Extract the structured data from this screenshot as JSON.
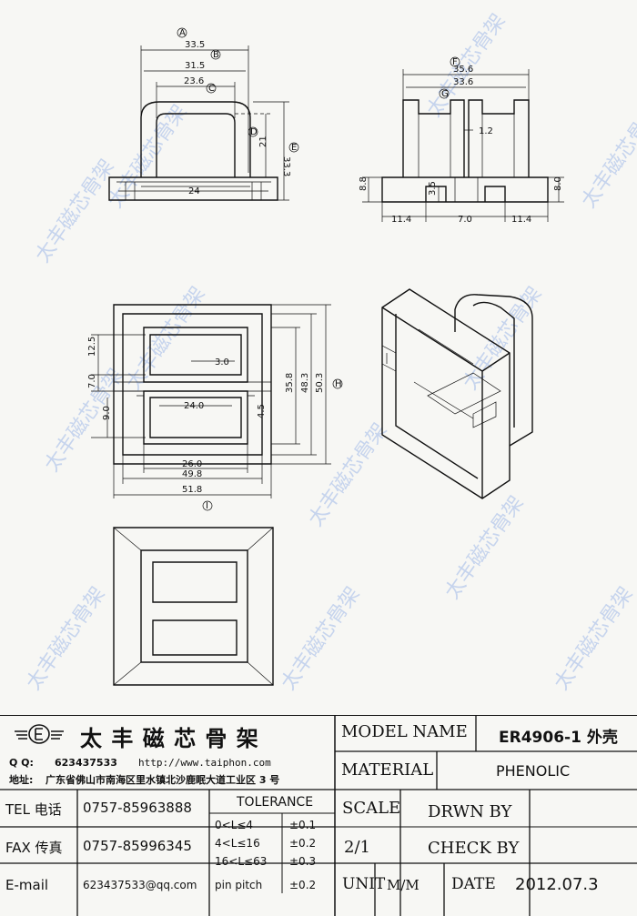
{
  "dimensions": {
    "front_view": {
      "w_outer": "33.5",
      "w_mid": "31.5",
      "w_inner": "23.6",
      "h_inner": "21",
      "h_total": "33.3",
      "base": "24"
    },
    "side_view": {
      "w_outer": "35.6",
      "w_inner": "33.6",
      "slot": "1.2",
      "h_left": "8.8",
      "h_right": "8.0",
      "h_center": "3.5",
      "seg_left": "11.4",
      "seg_mid": "7.0",
      "seg_right": "11.4"
    },
    "top_view": {
      "d_12_5": "12.5",
      "d_7_0": "7.0",
      "d_9_0": "9.0",
      "d_3_0": "3.0",
      "d_24_0": "24.0",
      "d_4_5": "4.5",
      "d_35_8": "35.8",
      "d_48_3": "48.3",
      "d_50_3": "50.3",
      "d_26_0": "26.0",
      "d_49_8": "49.8",
      "d_51_8": "51.8"
    },
    "labels": {
      "A": "A",
      "B": "B",
      "C": "C",
      "D": "D",
      "E": "E",
      "F": "F",
      "G": "G",
      "H": "H",
      "I": "I"
    }
  },
  "watermark": "太丰磁芯骨架",
  "title_block": {
    "company": "太 丰 磁 芯 骨 架",
    "qq_label": "Q Q:",
    "qq": "623437533",
    "website": "http://www.taiphon.com",
    "address_label": "地址:",
    "address": "广东省佛山市南海区里水镇北沙鹿眠大道工业区 3 号",
    "tel_label": "TEL 电话",
    "tel": "0757-85963888",
    "fax_label": "FAX 传真",
    "fax": "0757-85996345",
    "email_label": "E-mail",
    "email": "623437533@qq.com",
    "tolerance_title": "TOLERANCE",
    "tolerance": [
      {
        "range": "0<L≤4",
        "value": "±0.1"
      },
      {
        "range": "4<L≤16",
        "value": "±0.2"
      },
      {
        "range": "16<L≤63",
        "value": "±0.3"
      },
      {
        "range": "pin pitch",
        "value": "±0.2"
      }
    ],
    "model_name_label": "MODEL NAME",
    "model_name": "ER4906-1 外壳",
    "material_label": "MATERIAL",
    "material": "PHENOLIC",
    "scale_label": "SCALE",
    "scale": "2/1",
    "drawn_by_label": "DRWN BY",
    "check_by_label": "CHECK BY",
    "unit_label": "UNIT",
    "unit": "M/M",
    "date_label": "DATE",
    "date": "2012.07.3"
  }
}
